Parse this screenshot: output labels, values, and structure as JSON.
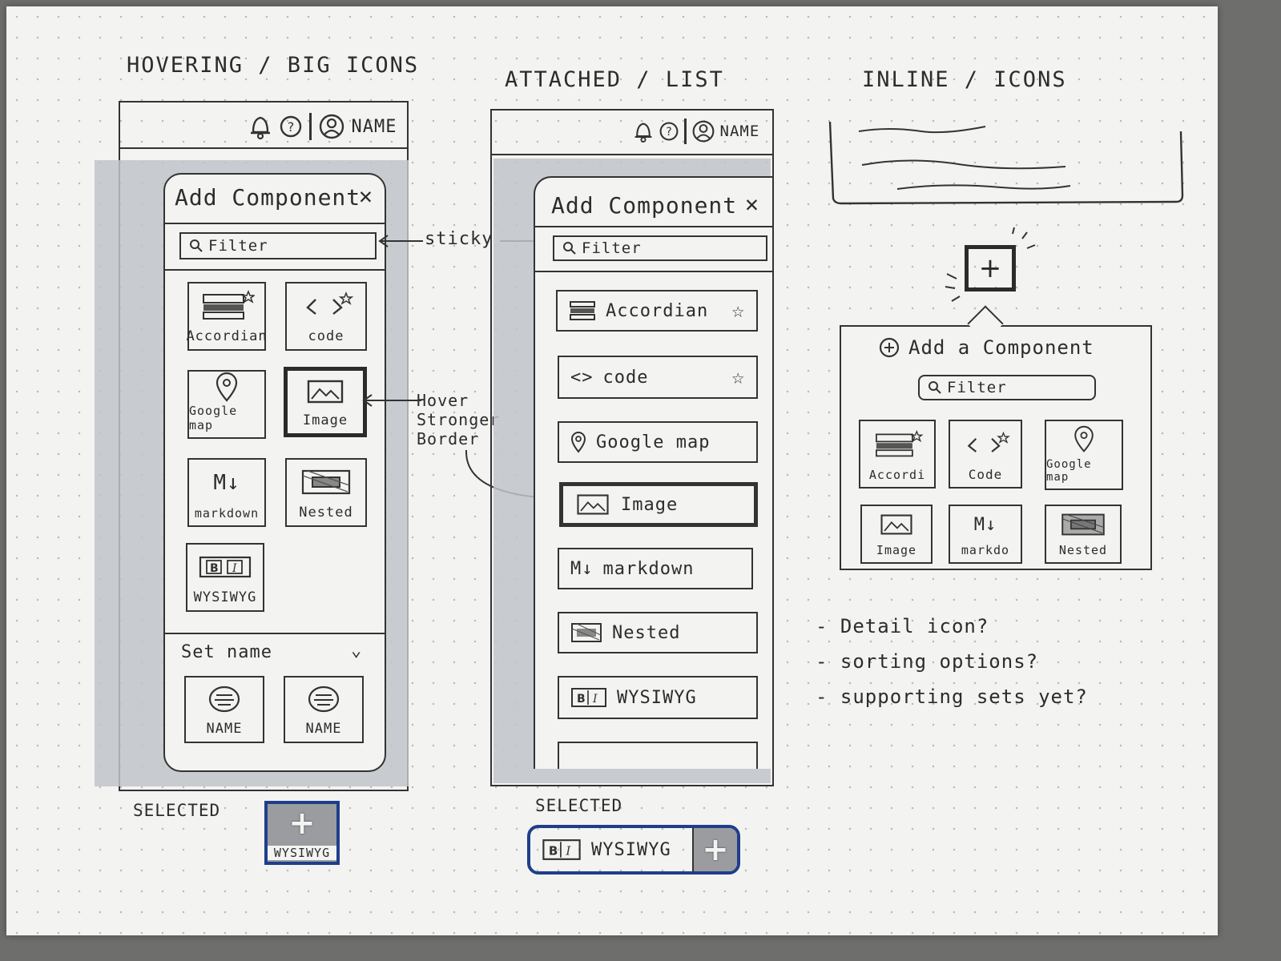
{
  "headings": {
    "hovering": "HOVERING / BIG ICONS",
    "attached": "ATTACHED / LIST",
    "inline": "INLINE / ICONS"
  },
  "topbar": {
    "name": "NAME"
  },
  "panel": {
    "title": "Add Component",
    "filter_placeholder": "Filter"
  },
  "hovering": {
    "tiles": [
      "Accordian",
      "code",
      "Google map",
      "Image",
      "markdown",
      "Nested",
      "WYSIWYG"
    ],
    "set_name": "Set name",
    "set_tiles": [
      "NAME",
      "NAME"
    ],
    "selected_label": "SELECTED",
    "selected_item": "WYSIWYG"
  },
  "attached": {
    "rows": [
      "Accordian",
      "code",
      "Google map",
      "Image",
      "markdown",
      "Nested",
      "WYSIWYG"
    ],
    "selected_label": "SELECTED",
    "selected_item": "WYSIWYG"
  },
  "inline": {
    "popup_title": "Add a Component",
    "filter_placeholder": "Filter",
    "tiles": [
      "Accordi",
      "Code",
      "Google map",
      "Image",
      "markdo",
      "Nested"
    ]
  },
  "annotations": {
    "sticky": "sticky",
    "hover": "Hover Stronger Border"
  },
  "notes": [
    "- Detail icon?",
    "- sorting options?",
    "- supporting sets yet?"
  ],
  "colors": {
    "selected_border": "#1f3e8a",
    "shade": "#bfc3c9",
    "ink": "#333333"
  }
}
